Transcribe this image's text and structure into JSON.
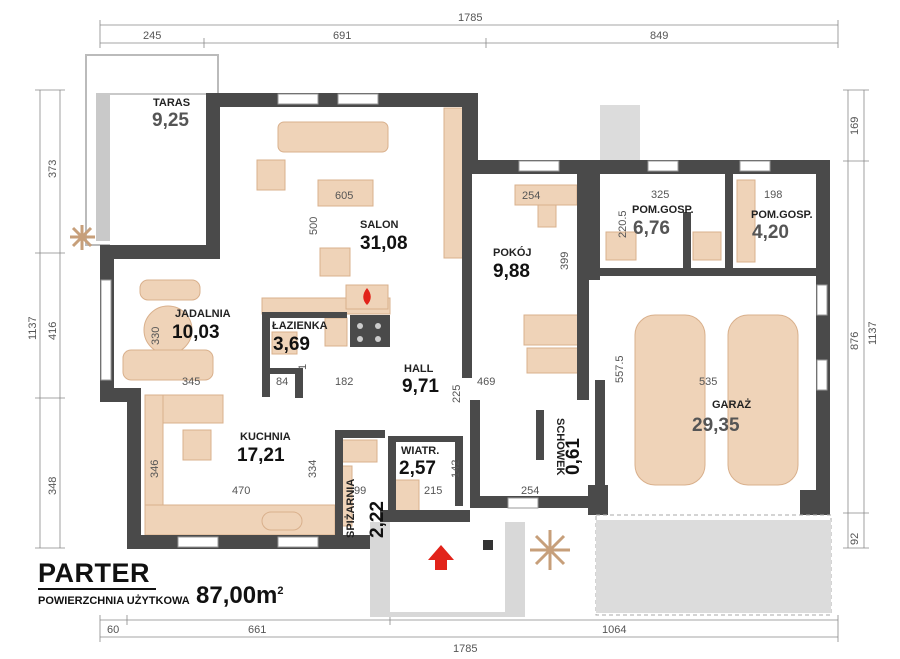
{
  "plan": {
    "title": "PARTER",
    "subtitle": "POWIERZCHNIA UŻYTKOWA",
    "total_area": "87,00m",
    "total_area_unit_sup": "2"
  },
  "rooms": [
    {
      "name": "TARAS",
      "area": "9,25"
    },
    {
      "name": "SALON",
      "area": "31,08"
    },
    {
      "name": "POKÓJ",
      "area": "9,88"
    },
    {
      "name": "POM.GOSP.",
      "area": "6,76"
    },
    {
      "name": "POM.GOSP.",
      "area": "4,20"
    },
    {
      "name": "JADALNIA",
      "area": "10,03"
    },
    {
      "name": "ŁAZIENKA",
      "area": "3,69"
    },
    {
      "name": "HALL",
      "area": "9,71"
    },
    {
      "name": "KUCHNIA",
      "area": "17,21"
    },
    {
      "name": "WIATR.",
      "area": "2,57"
    },
    {
      "name": "SCHOWEK",
      "area": "0,61"
    },
    {
      "name": "SPIŻARNIA",
      "area": "2,22"
    },
    {
      "name": "GARAŻ",
      "area": "29,35"
    }
  ],
  "dimensions": {
    "top_total": "1785",
    "top_segments": [
      "245",
      "691",
      "849"
    ],
    "bottom_total": "1785",
    "bottom_segments": [
      "60",
      "661",
      "1064"
    ],
    "left_total": "1137",
    "left_segments": [
      "373",
      "416",
      "348"
    ],
    "right_total": "1137",
    "right_segments": [
      "169",
      "876",
      "92"
    ],
    "interior": [
      "605",
      "500",
      "254",
      "399",
      "325",
      "220.5",
      "198",
      "330",
      "345",
      "84",
      "182",
      "1",
      "225",
      "469",
      "557.5",
      "535",
      "346",
      "470",
      "334",
      "99",
      "215",
      "142",
      "254"
    ]
  },
  "colors": {
    "wall": "#4a4a4a",
    "furniture": "#efd3b8",
    "entrance_arrow": "#e2231a",
    "fireplace": "#e2231a"
  }
}
